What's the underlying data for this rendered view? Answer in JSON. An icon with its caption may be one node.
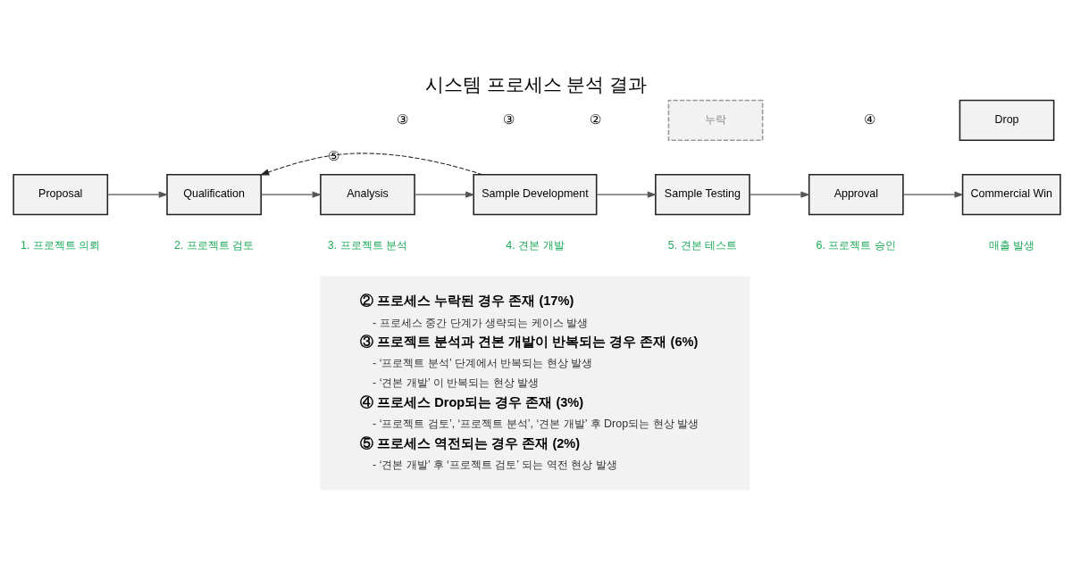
{
  "diagram": {
    "title": "시스템 프로세스 분석 결과",
    "nodes": [
      {
        "text": [
          "Proposal"
        ],
        "beside": [
          "1. 프로젝트 의뢰"
        ]
      },
      {
        "text": [
          "Qualification"
        ],
        "beside": [
          "2. 프로젝트 검토"
        ]
      },
      {
        "text": [
          "Analysis"
        ],
        "beside": [
          "3. 프로젝트 분석"
        ]
      },
      {
        "text": [
          "Sample Development"
        ],
        "beside": [
          "4. 견본 개발"
        ]
      },
      {
        "text": [
          "누락"
        ]
      },
      {
        "text": [
          "Sample Testing"
        ],
        "beside": [
          "5. 견본 테스트"
        ]
      },
      {
        "text": [
          "Approval"
        ],
        "beside": [
          "6. 프로젝트 승인"
        ]
      },
      {
        "text": [
          "Drop"
        ]
      },
      {
        "text": [
          "Commercial Win"
        ],
        "beside": [
          "매출 발생"
        ]
      },
      {
        "text": [
          "② 프로세스 누락된 경우 존재 (17%)",
          "- 프로세스 중간 단계가 생략되는 케이스 발생",
          "③ 프로젝트 분석과 견본 개발이 반복되는 경우 존재 (6%)",
          "- ‘프로젝트 분석’ 단계에서 반복되는 현상 발생",
          "- ‘견본 개발’ 이 반복되는 현상 발생",
          "④ 프로세스 Drop되는 경우 존재 (3%)",
          "- ‘프로젝트 검토’, ‘프로젝트 분석’, ‘견본 개발’ 후 Drop되는 현상 발생",
          "⑤ 프로세스 역전되는 경우 존재 (2%)",
          "- ‘견본 개발’ 후 ‘프로젝트 검토’ 되는 역전 현상 발생"
        ]
      }
    ],
    "edges": [
      {
        "from": 0,
        "to": 1,
        "arrow": "to"
      },
      {
        "from": 1,
        "to": 2,
        "arrow": "to"
      },
      {
        "from": 2,
        "to": 3,
        "arrow": "to"
      },
      {
        "from": 3,
        "to": 5,
        "arrow": "to"
      },
      {
        "from": 5,
        "to": 6,
        "arrow": "to"
      },
      {
        "from": 6,
        "to": 8,
        "arrow": "to"
      },
      {
        "from": 3,
        "to": 1,
        "arrow": "to",
        "style": "dashed",
        "label": "⑤"
      }
    ],
    "labels": [
      "③",
      "③",
      "②",
      "④"
    ]
  }
}
